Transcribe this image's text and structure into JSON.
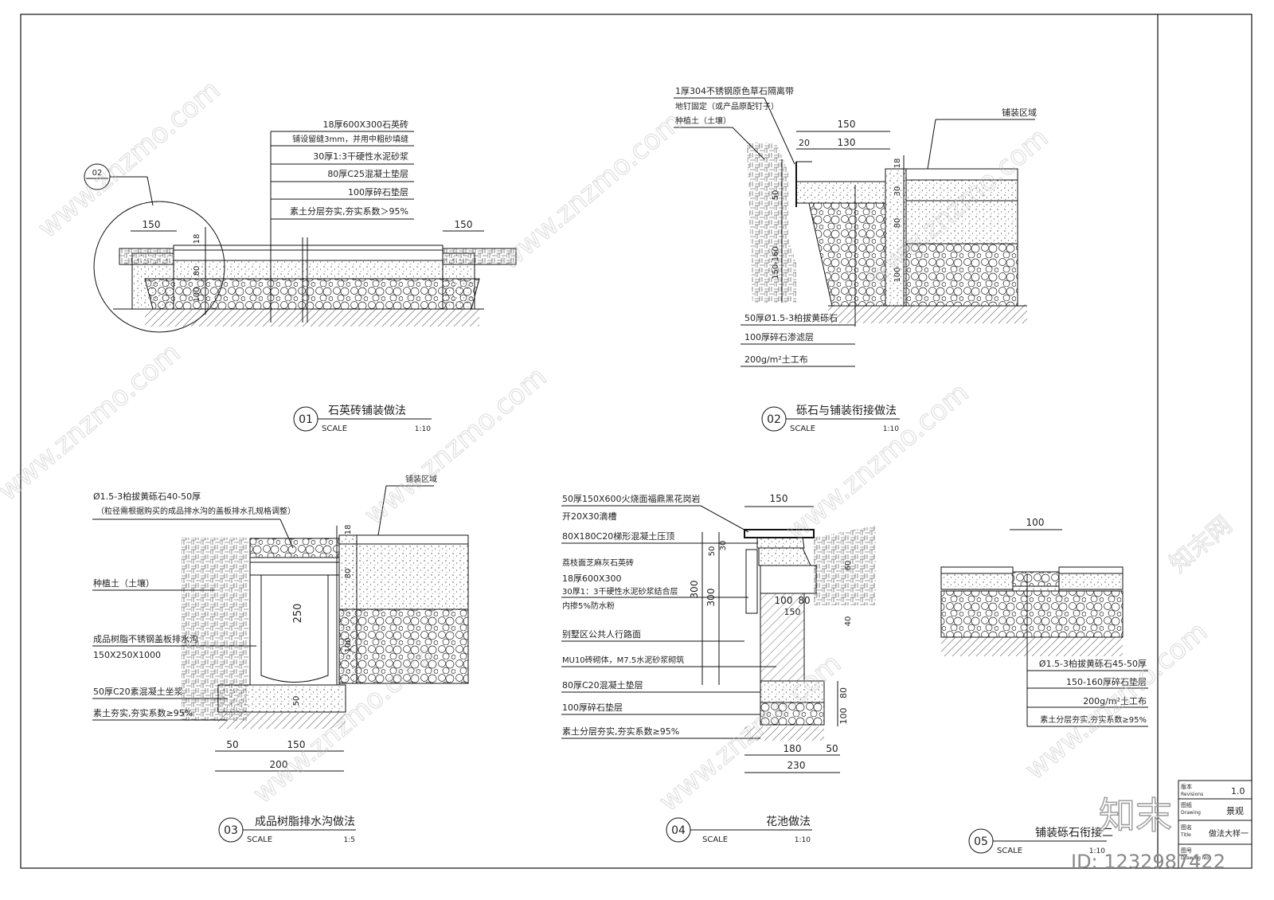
{
  "details": [
    {
      "number": "01",
      "title": "石英砖铺装做法",
      "scale_label": "SCALE",
      "scale": "1:10",
      "callout": "02",
      "notes": [
        "18厚600X300石英砖",
        "铺设留缝3mm，并用中粗砂填缝",
        "30厚1:3干硬性水泥砂浆",
        "80厚C25混凝土垫层",
        "100厚碎石垫层",
        "素土分层夯实,夯实系数＞95%"
      ],
      "dims": [
        "150",
        "150",
        "18",
        "80",
        "100"
      ]
    },
    {
      "number": "02",
      "title": "砾石与铺装衔接做法",
      "scale_label": "SCALE",
      "scale": "1:10",
      "area_label": "铺装区域",
      "top_notes": [
        "1厚304不锈钢原色草石隔离带",
        "地钉固定（或产品原配钉子）",
        "种植土（土壤）"
      ],
      "notes": [
        "50厚Ø1.5-3柏拔黄砾石",
        "100厚碎石渗滤层",
        "200g/m²土工布"
      ],
      "dims": [
        "150",
        "20",
        "130",
        "18",
        "30",
        "80",
        "100",
        "50",
        "150-160"
      ]
    },
    {
      "number": "03",
      "title": "成品树脂排水沟做法",
      "scale_label": "SCALE",
      "scale": "1:5",
      "area_label": "铺装区域",
      "notes": [
        "Ø1.5-3柏拔黄砾石40-50厚",
        "（粒径需根据购买的成品排水沟的盖板排水孔规格调整）",
        "种植土（土壤）",
        "成品树脂不锈钢盖板排水沟",
        "150X250X1000",
        "50厚C20素混凝土坐浆",
        "素土夯实,夯实系数≥95%"
      ],
      "dims": [
        "50",
        "150",
        "200",
        "250",
        "18",
        "80",
        "100",
        "50"
      ]
    },
    {
      "number": "04",
      "title": "花池做法",
      "scale_label": "SCALE",
      "scale": "1:10",
      "notes": [
        "50厚150X600火烧面福鼎黑花岗岩",
        "开20X30滴槽",
        "80X180C20梯形混凝土压顶",
        "荔枝面芝麻灰石英砖",
        "18厚600X300",
        "30厚1：3干硬性水泥砂浆结合层",
        "内掺5%防水粉",
        "别墅区公共人行路面",
        "MU10砖砌体，M7.5水泥砂浆砌筑",
        "80厚C20混凝土垫层",
        "100厚碎石垫层",
        "素土分层夯实,夯实系数≥95%"
      ],
      "dims": [
        "150",
        "50",
        "30",
        "300",
        "300",
        "100",
        "80",
        "180",
        "50",
        "230",
        "80",
        "100",
        "60",
        "40",
        "150"
      ]
    },
    {
      "number": "05",
      "title": "铺装砾石衔接二",
      "scale_label": "SCALE",
      "scale": "1:10",
      "notes": [
        "Ø1.5-3柏拔黄砾石45-50厚",
        "150-160厚碎石垫层",
        "200g/m²土工布",
        "素土分层夯实,夯实系数≥95%"
      ],
      "dims": [
        "100"
      ]
    }
  ],
  "title_block": {
    "version_label": "版本",
    "version_label_en": "Revisions",
    "version": "1.0",
    "drawing_label": "图纸",
    "drawing_label_en": "Drawing",
    "drawing_value": "景观",
    "title_label": "图名",
    "title_label_en": "Title",
    "title_value": "做法大样一",
    "number_label": "图号",
    "number_label_en": "Drawing No."
  },
  "watermark": {
    "site": "www.znzmo.com",
    "brand": "知末网",
    "logo": "知末",
    "id": "ID: 1232987422"
  }
}
